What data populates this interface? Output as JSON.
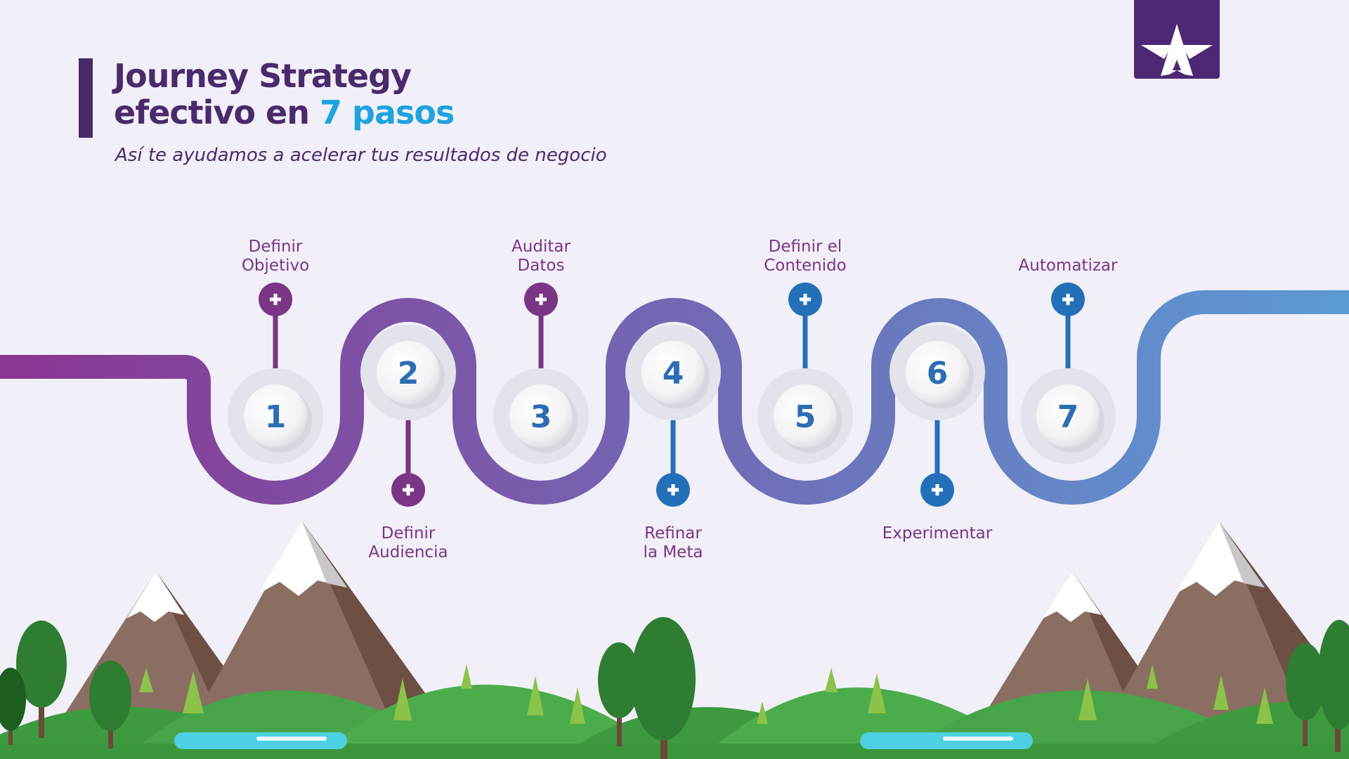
{
  "header": {
    "title_line1": "Journey Strategy",
    "title_line2_prefix": "efectivo en",
    "title_line2_accent": "7 pasos",
    "subtitle": "Así te ayudamos a acelerar tus resultados de negocio"
  },
  "logo": {
    "icon": "star-a-logo-icon"
  },
  "steps": [
    {
      "number": "1",
      "label": [
        "Definir",
        "Objetivo"
      ]
    },
    {
      "number": "2",
      "label": [
        "Definir",
        "Audiencia"
      ]
    },
    {
      "number": "3",
      "label": [
        "Auditar",
        "Datos"
      ]
    },
    {
      "number": "4",
      "label": [
        "Refinar",
        "la Meta"
      ]
    },
    {
      "number": "5",
      "label": [
        "Definir el",
        "Contenido"
      ]
    },
    {
      "number": "6",
      "label": [
        "Experimentar"
      ]
    },
    {
      "number": "7",
      "label": [
        "Automatizar"
      ]
    }
  ],
  "colors": {
    "title": "#4a2a6b",
    "accent": "#1ea3de",
    "path_start": "#8a3592",
    "path_end": "#5b9bd5",
    "step_number": "#2d6db3",
    "label": "#7a3585",
    "marker_purple": "#7a3585",
    "marker_blue": "#2470b8"
  },
  "icons": {
    "marker": "plus-icon"
  }
}
